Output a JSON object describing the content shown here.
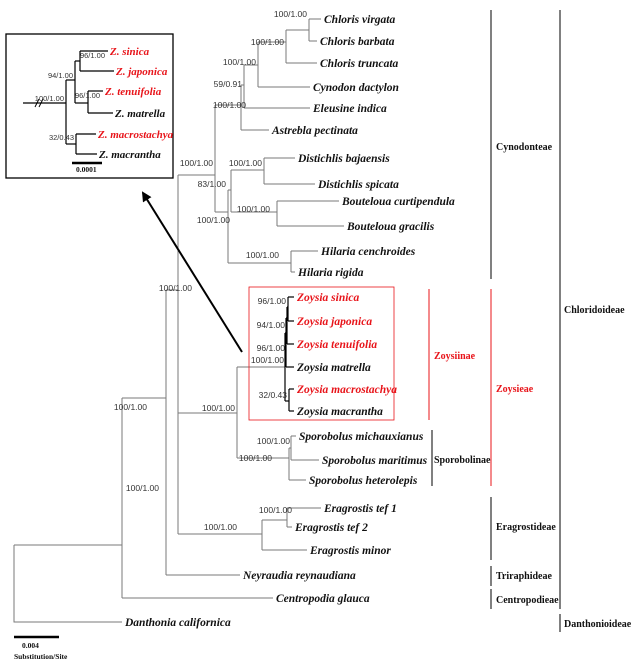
{
  "colors": {
    "highlight": "#e8141a",
    "branch": "#7a7a7a",
    "text": "#111111"
  },
  "taxa": {
    "chloris_virgata": "Chloris virgata",
    "chloris_barbata": "Chloris barbata",
    "chloris_truncata": "Chloris truncata",
    "cynodon_dactylon": "Cynodon dactylon",
    "eleusine_indica": "Eleusine indica",
    "astrebla_pectinata": "Astrebla pectinata",
    "distichlis_bajaensis": "Distichlis bajaensis",
    "distichlis_spicata": "Distichlis spicata",
    "bouteloua_curtipendula": "Bouteloua curtipendula",
    "bouteloua_gracilis": "Bouteloua gracilis",
    "hilaria_cenchroides": "Hilaria cenchroides",
    "hilaria_rigida": "Hilaria rigida",
    "zoysia_sinica": "Zoysia sinica",
    "zoysia_japonica": "Zoysia japonica",
    "zoysia_tenuifolia": "Zoysia tenuifolia",
    "zoysia_matrella": "Zoysia matrella",
    "zoysia_macrostachya": "Zoysia macrostachya",
    "zoysia_macrantha": "Zoysia macrantha",
    "sporobolus_michauxianus": "Sporobolus michauxianus",
    "sporobolus_maritimus": "Sporobolus maritimus",
    "sporobolus_heterolepis": "Sporobolus heterolepis",
    "eragrostis_tef_1": "Eragrostis tef 1",
    "eragrostis_tef_2": "Eragrostis tef 2",
    "eragrostis_minor": "Eragrostis minor",
    "neyraudia_reynaudiana": "Neyraudia reynaudiana",
    "centropodia_glauca": "Centropodia glauca",
    "danthonia_californica": "Danthonia californica"
  },
  "support": {
    "n_chloris_vb": "100/1.00",
    "n_chloris": "100/1.00",
    "n_cynodon": "100/1.00",
    "n_eleusine": "59/0.91",
    "n_cyn_clade": "100/1.00",
    "n_distichlis": "100/1.00",
    "n_bouteloua": "100/1.00",
    "n_dbh": "83/1.00",
    "n_dist_bout": "100/1.00",
    "n_hilaria": "100/1.00",
    "n_cynodonteae": "100/1.00",
    "n_zoy_sj": "96/1.00",
    "n_zoy_sjt": "94/1.00",
    "n_zoy_sjtm": "96/1.00",
    "n_zoy_mm": "32/0.43",
    "n_zoysia": "100/1.00",
    "n_sporo_mm": "100/1.00",
    "n_sporobolus": "100/1.00",
    "n_zoy_sporo": "100/1.00",
    "n_upper": "100/1.00",
    "n_eragrostis_tef": "100/1.00",
    "n_eragrostis": "100/1.00",
    "n_chloridoideae": "100/1.00"
  },
  "groups": {
    "cynodonteae": "Cynodonteae",
    "zoysiinae": "Zoysiinae",
    "zoysieae": "Zoysieae",
    "sporobolinae": "Sporobolinae",
    "chloridoideae": "Chloridoideae",
    "eragrostideae": "Eragrostideae",
    "triraphideae": "Triraphideae",
    "centropodieae": "Centropodieae",
    "danthonioideae": "Danthonioideae"
  },
  "inset": {
    "taxa": {
      "sinica": "Z. sinica",
      "japonica": "Z. japonica",
      "tenuifolia": "Z. tenuifolia",
      "matrella": "Z. matrella",
      "macrostachya": "Z. macrostachya",
      "macrantha": "Z. macrantha"
    },
    "support": {
      "sj": "96/1.00",
      "sjt": "94/1.00",
      "tm": "96/1.00",
      "root": "100/1.00",
      "mm": "32/0.43"
    },
    "scale_label": "0.0001"
  },
  "scale": {
    "value": "0.004",
    "unit": "Substitution/Site"
  }
}
